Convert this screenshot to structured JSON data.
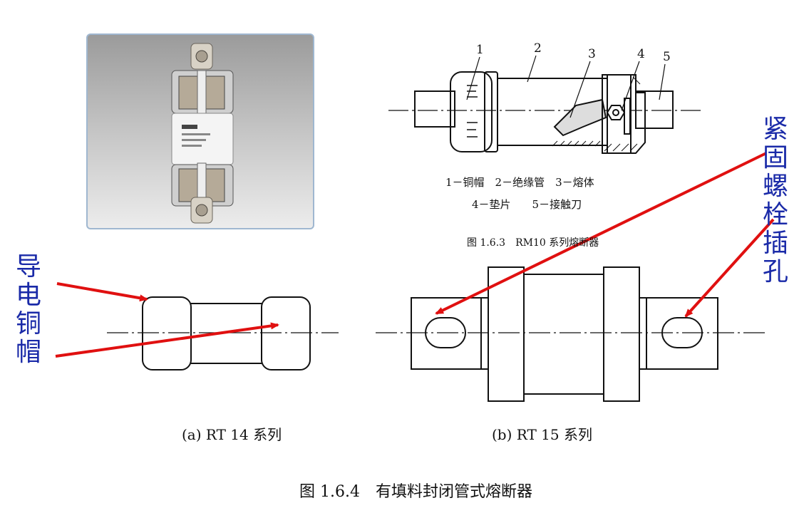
{
  "rm10": {
    "numbers": [
      "1",
      "2",
      "3",
      "4",
      "5"
    ],
    "legend_line1": "1－铜帽　2－绝缘管　3－熔体",
    "legend_line2": "4－垫片　　5－接触刀",
    "caption": "图 1.6.3　RM10 系列熔断器"
  },
  "left_callout": {
    "chars": [
      "导",
      "电",
      "铜",
      "帽"
    ]
  },
  "right_callout": {
    "chars": [
      "紧",
      "固",
      "螺",
      "栓",
      "插",
      "孔"
    ]
  },
  "rt14": {
    "caption": "(a) RT 14 系列"
  },
  "rt15": {
    "caption": "(b) RT 15 系列"
  },
  "figure_caption": "图 1.6.4　有填料封闭管式熔断器",
  "colors": {
    "callout_text": "#1a2aa8",
    "arrow": "#e01010",
    "line": "#111111"
  }
}
